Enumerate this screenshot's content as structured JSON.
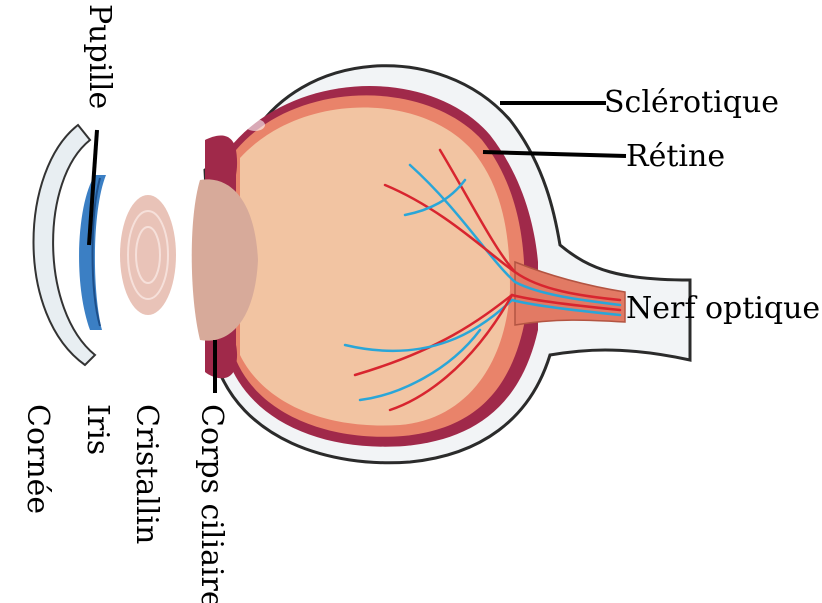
{
  "labels": {
    "sclerotique": "Sclérotique",
    "retine": "Rétine",
    "nerf_optique": "Nerf optique",
    "pupille": "Pupille",
    "cornee": "Cornée",
    "iris": "Iris",
    "cristallin": "Cristallin",
    "corps_ciliaire": "Corps ciliaire"
  },
  "colors": {
    "sclera_fill": "#f2f4f6",
    "choroid": "#a0294a",
    "retina": "#e9836a",
    "vitreous": "#f2c4a2",
    "lens": "#e9c3b8",
    "iris": "#3b7fc4",
    "cornea": "#e8eef2",
    "artery": "#d8252f",
    "vein": "#2aa6d8",
    "leader_line": "#000000"
  }
}
